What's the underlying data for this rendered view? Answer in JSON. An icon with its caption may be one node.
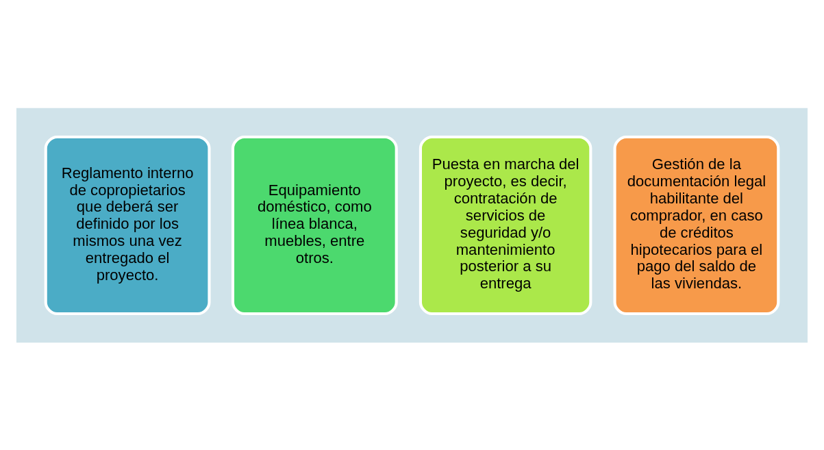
{
  "diagram": {
    "nodes": [
      {
        "text": [],
        "shape": "arrow"
      },
      {
        "text": [
          "Reglamento interno de copropietarios que deberá ser definido por los mismos una vez entregado el proyecto."
        ],
        "in": 0
      },
      {
        "text": [
          "Equipamiento doméstico, como línea blanca, muebles, entre otros."
        ],
        "in": 0
      },
      {
        "text": [
          "Puesta en marcha del proyecto, es decir, contratación de servicios de seguridad y/o mantenimiento posterior a su entrega"
        ],
        "in": 0
      },
      {
        "text": [
          "Gestión de la documentación legal habilitante del comprador, en caso de créditos hipotecarios para el pago del saldo de las viviendas."
        ],
        "in": 0
      }
    ]
  }
}
